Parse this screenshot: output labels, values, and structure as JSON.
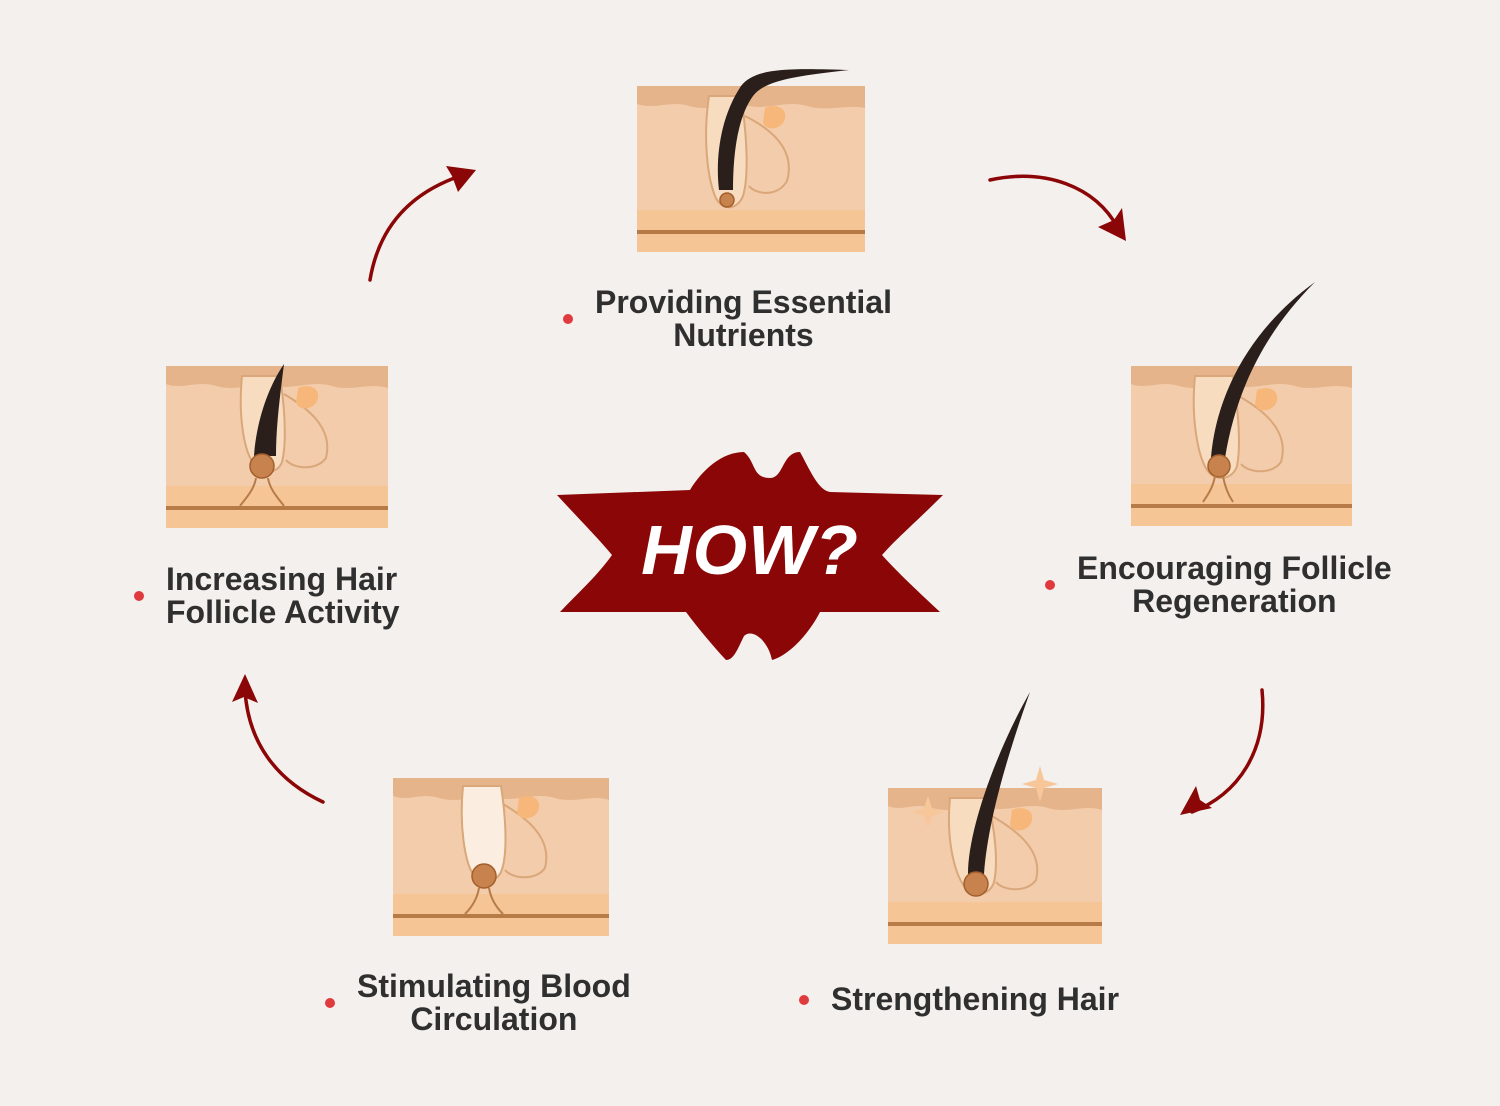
{
  "center": {
    "text": "HOW?"
  },
  "steps": [
    {
      "label": "Providing Essential\nNutrients"
    },
    {
      "label": "Encouraging Follicle\nRegeneration"
    },
    {
      "label": "Strengthening Hair"
    },
    {
      "label": "Stimulating Blood\nCirculation"
    },
    {
      "label": "Increasing Hair\nFollicle Activity"
    }
  ],
  "colors": {
    "background": "#f4f0ed",
    "accent": "#8b0606",
    "bullet": "#e03a3e",
    "skin": "#f2cba4",
    "skin_band": "#f6c498",
    "hair": "#2b1f1c",
    "text": "#2f2f2f"
  }
}
